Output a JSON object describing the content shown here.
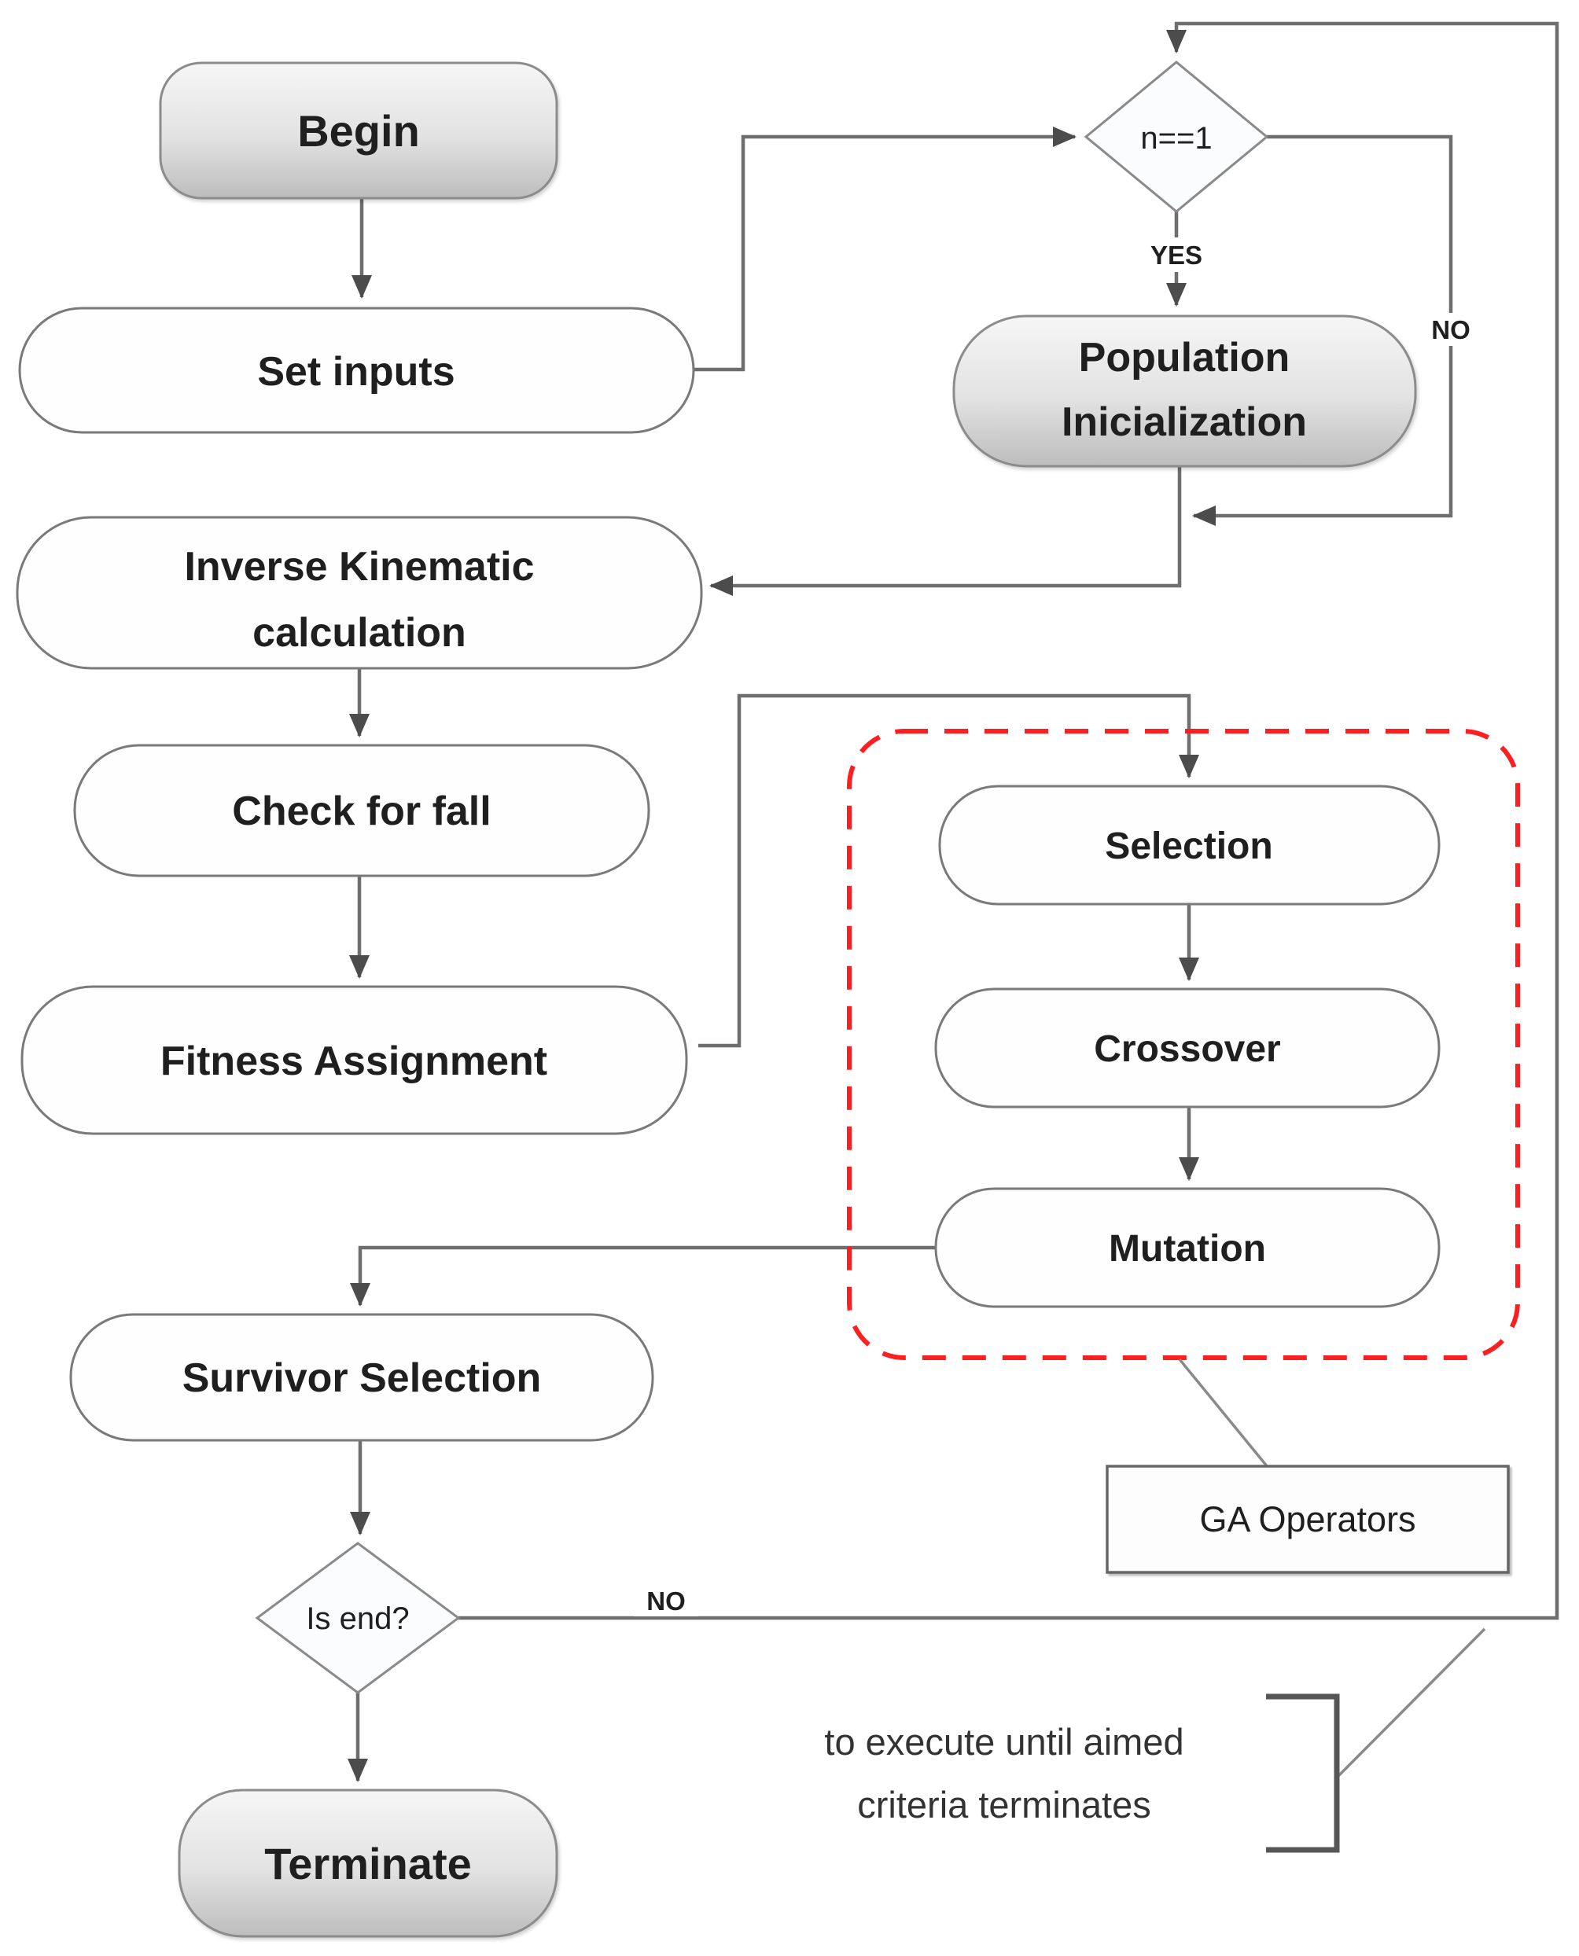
{
  "nodes": {
    "begin": {
      "label": "Begin"
    },
    "set_inputs": {
      "label": "Set inputs"
    },
    "n_check": {
      "label": "n==1"
    },
    "population": {
      "line1": "Population",
      "line2": "Inicialization"
    },
    "inverse_kinematic": {
      "line1": "Inverse Kinematic",
      "line2": "calculation"
    },
    "check_for_fall": {
      "label": "Check for fall"
    },
    "fitness_assignment": {
      "label": "Fitness Assignment"
    },
    "selection": {
      "label": "Selection"
    },
    "crossover": {
      "label": "Crossover"
    },
    "mutation": {
      "label": "Mutation"
    },
    "survivor_selection": {
      "label": "Survivor Selection"
    },
    "is_end": {
      "label": "Is end?"
    },
    "terminate": {
      "label": "Terminate"
    },
    "ga_operators": {
      "label": "GA Operators"
    }
  },
  "edge_labels": {
    "yes": "YES",
    "no_top": "NO",
    "no_bottom": "NO"
  },
  "annotation": {
    "line1": "to execute until aimed",
    "line2": "criteria terminates"
  },
  "colors": {
    "red_dashed_frame": "#fb1f1f",
    "connector": "#6e6e6e",
    "arrowhead": "#4c4c4c",
    "node_border": "#7a7a7a",
    "white_node_fill": "#fefefe",
    "gray_gradient_top": "#f6f6f6",
    "gray_gradient_bottom": "#bdbdbd",
    "text": "#1f1f1f",
    "annotation_text": "#333333"
  }
}
